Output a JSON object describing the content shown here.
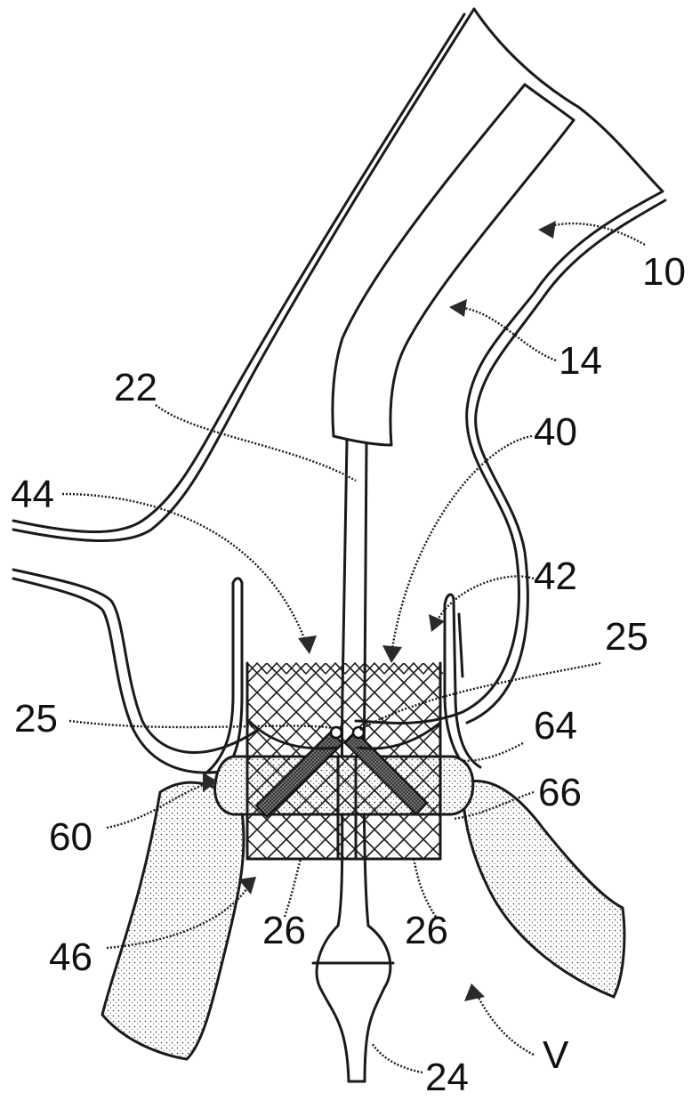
{
  "labels": {
    "l10": "10",
    "l14": "14",
    "l22": "22",
    "l40": "40",
    "l44": "44",
    "l42": "42",
    "l25a": "25",
    "l25b": "25",
    "l64": "64",
    "l60": "60",
    "l66": "66",
    "l26a": "26",
    "l26b": "26",
    "l46": "46",
    "l24": "24",
    "lV": "V"
  }
}
